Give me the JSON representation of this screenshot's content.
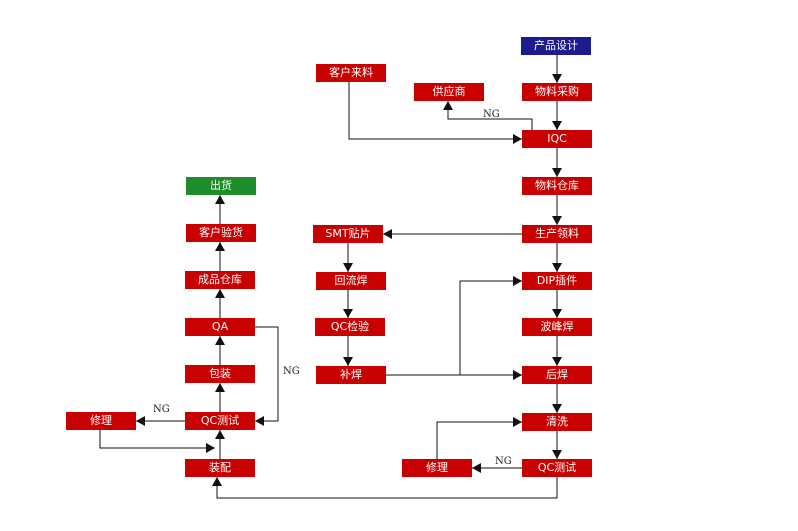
{
  "nodes": {
    "product_design": "产品设计",
    "customer_material": "客户来料",
    "supplier": "供应商",
    "material_purchase": "物料采购",
    "iqc": "IQC",
    "material_warehouse": "物料仓库",
    "production_picking": "生产领料",
    "smt": "SMT贴片",
    "reflow": "回流焊",
    "qc_inspection": "QC检验",
    "touch_up_left": "补焊",
    "dip": "DIP插件",
    "wave_solder": "波峰焊",
    "post_solder": "后焊",
    "cleaning": "清洗",
    "qc_test_right": "QC测试",
    "repair_right": "修理",
    "shipping": "出货",
    "customer_inspection": "客户验货",
    "finished_warehouse": "成品仓库",
    "qa": "QA",
    "packaging": "包装",
    "qc_test_left": "QC测试",
    "repair_left": "修理",
    "assembly": "装配"
  },
  "ng_labels": {
    "iqc_ng": "NG",
    "qa_ng": "NG",
    "qc_left_ng": "NG",
    "qc_right_ng": "NG"
  },
  "colors": {
    "process": "#c80000",
    "start": "#1c1c8e",
    "end": "#1e8c2a"
  }
}
